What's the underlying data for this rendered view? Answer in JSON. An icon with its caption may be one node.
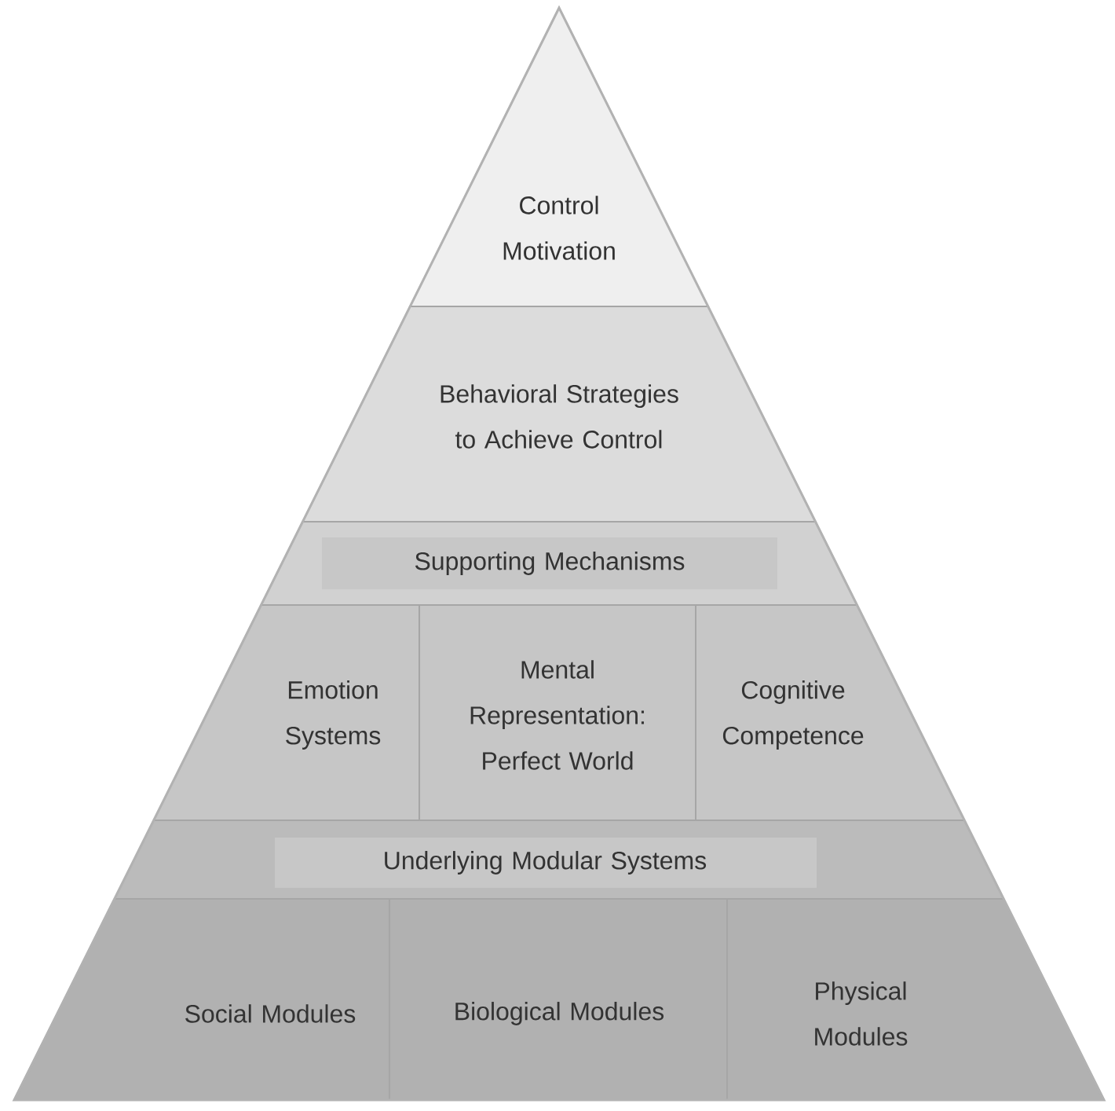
{
  "diagram": {
    "nodes": [
      {
        "text": [
          "Control Motivation"
        ]
      },
      {
        "text": [
          "Behavioral Strategies to Achieve Control"
        ]
      },
      {
        "text": [
          "Supporting Mechanisms"
        ]
      },
      {
        "text": [
          "Emotion Systems"
        ]
      },
      {
        "text": [
          "Mental Representation: Perfect World"
        ]
      },
      {
        "text": [
          "Cognitive Competence"
        ]
      },
      {
        "text": [
          "Underlying Modular Systems"
        ]
      },
      {
        "text": [
          "Social Modules"
        ]
      },
      {
        "text": [
          "Biological Modules"
        ]
      },
      {
        "text": [
          "Physical Modules"
        ]
      }
    ]
  }
}
